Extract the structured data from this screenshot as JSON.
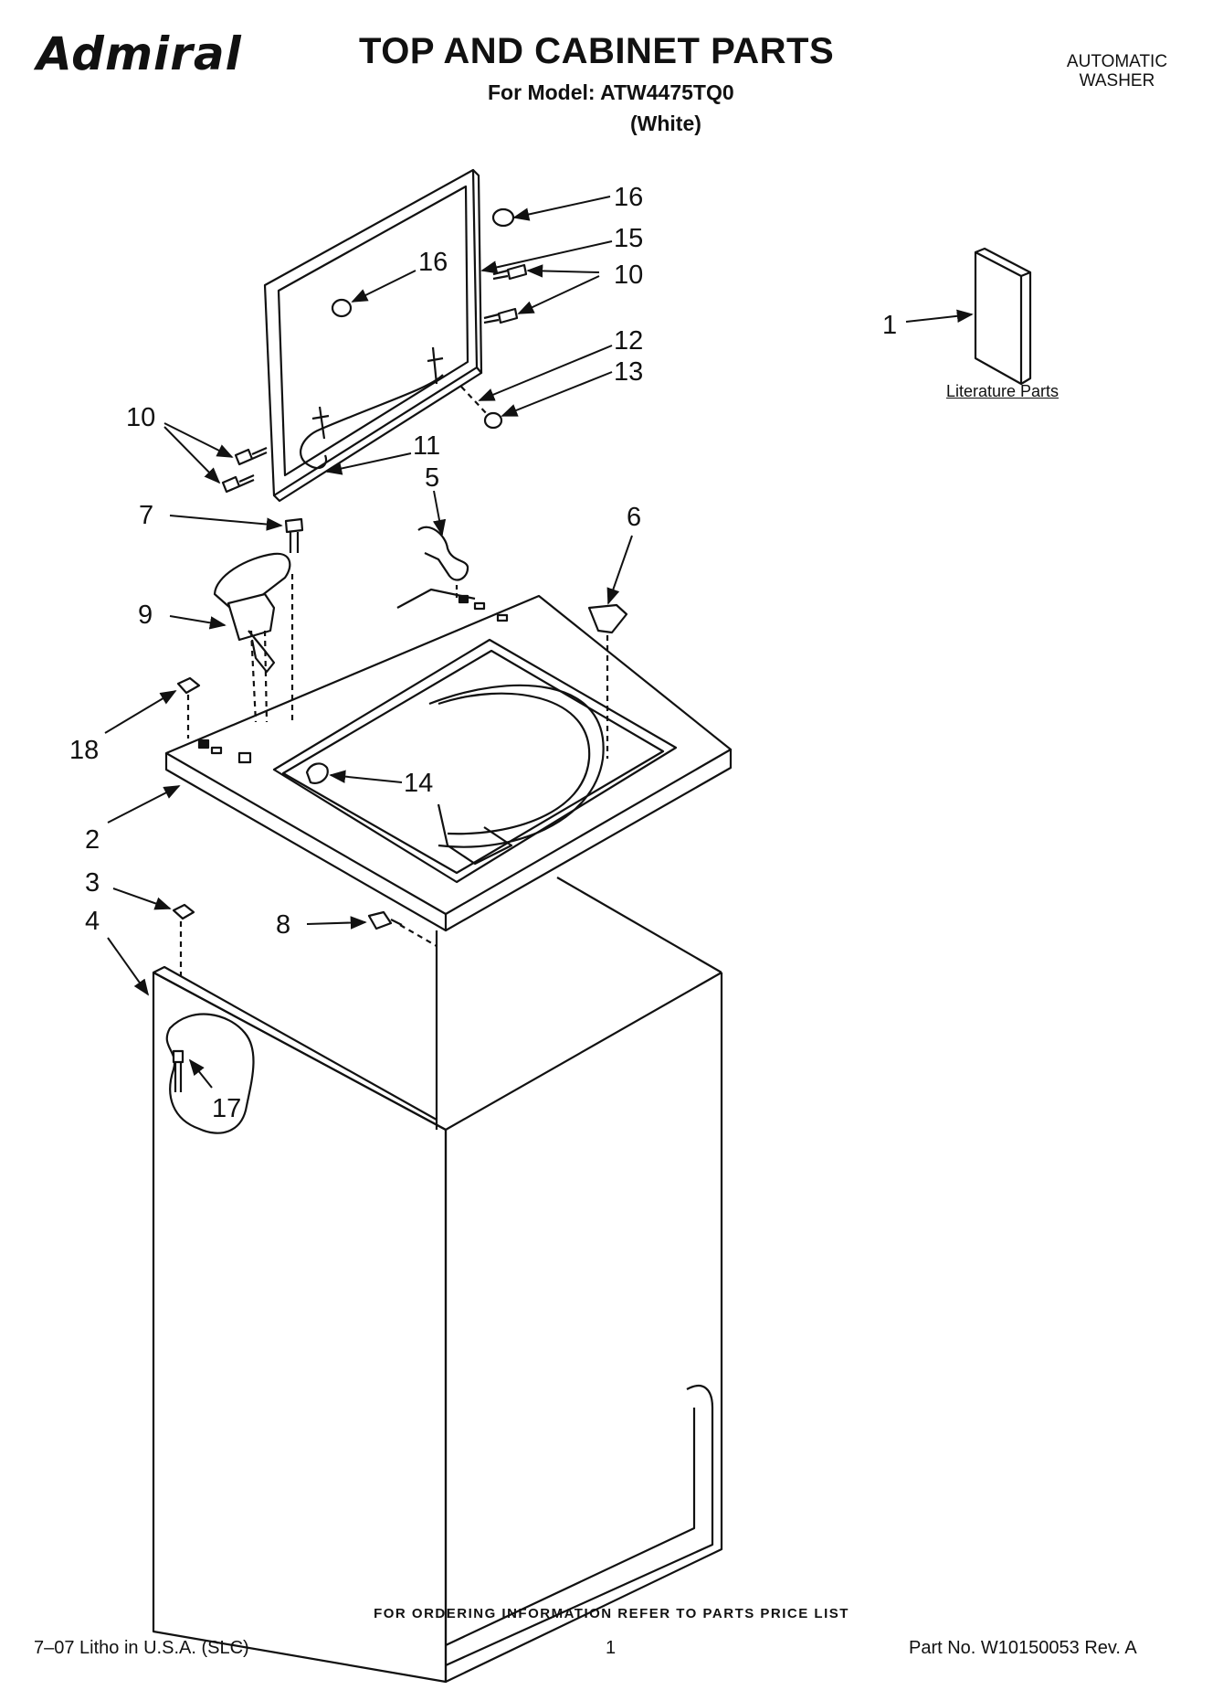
{
  "header": {
    "brand": "Admiral",
    "title": "TOP AND CABINET PARTS",
    "model": "For Model: ATW4475TQ0",
    "color": "(White)",
    "product_type_line1": "AUTOMATIC",
    "product_type_line2": "WASHER"
  },
  "diagram": {
    "literature_label": "Literature Parts",
    "callouts": [
      {
        "id": "c16a",
        "text": "16"
      },
      {
        "id": "c15",
        "text": "15"
      },
      {
        "id": "c16b",
        "text": "16"
      },
      {
        "id": "c10a",
        "text": "10"
      },
      {
        "id": "c12",
        "text": "12"
      },
      {
        "id": "c13",
        "text": "13"
      },
      {
        "id": "c10b",
        "text": "10"
      },
      {
        "id": "c11",
        "text": "11"
      },
      {
        "id": "c5",
        "text": "5"
      },
      {
        "id": "c7",
        "text": "7"
      },
      {
        "id": "c6",
        "text": "6"
      },
      {
        "id": "c9",
        "text": "9"
      },
      {
        "id": "c18",
        "text": "18"
      },
      {
        "id": "c14",
        "text": "14"
      },
      {
        "id": "c2",
        "text": "2"
      },
      {
        "id": "c3",
        "text": "3"
      },
      {
        "id": "c4",
        "text": "4"
      },
      {
        "id": "c8",
        "text": "8"
      },
      {
        "id": "c17",
        "text": "17"
      },
      {
        "id": "c1",
        "text": "1"
      }
    ]
  },
  "footer": {
    "ordering_info": "FOR ORDERING INFORMATION REFER TO PARTS PRICE LIST",
    "litho": "7–07 Litho in U.S.A. (SLC)",
    "page_number": "1",
    "part_number": "Part No. W10150053 Rev. A"
  }
}
